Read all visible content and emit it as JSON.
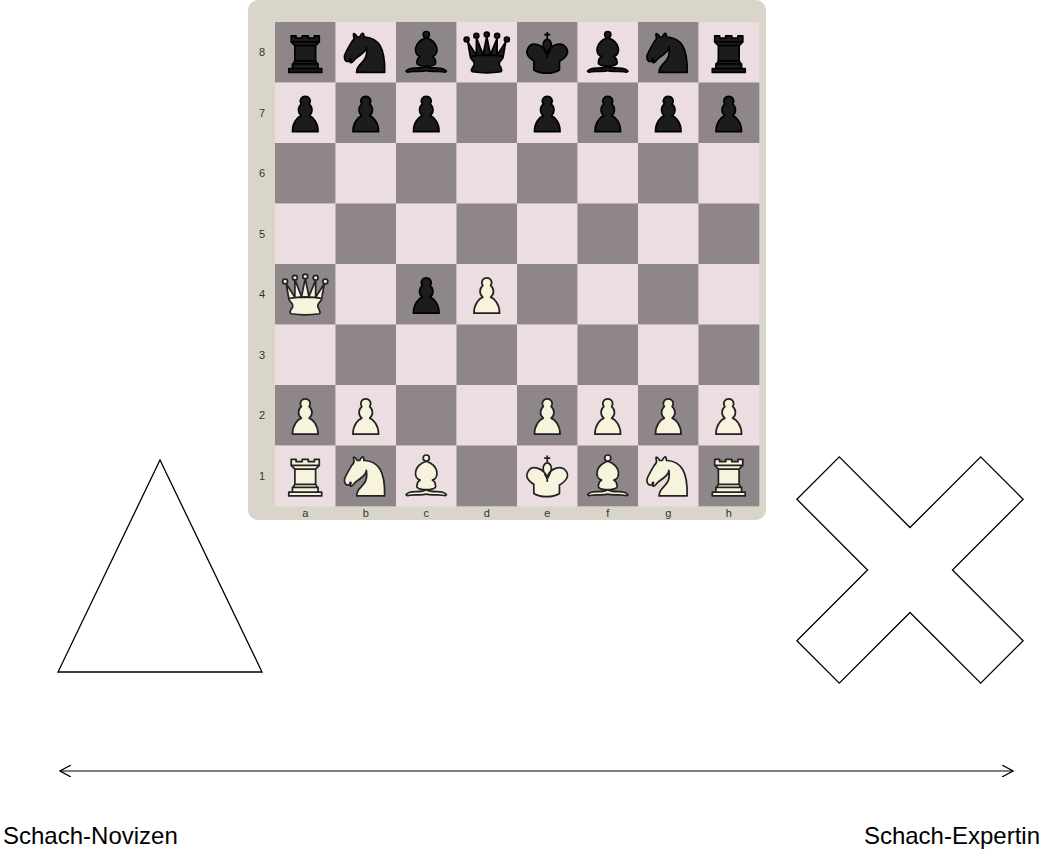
{
  "diagram": {
    "labels": [
      "8",
      "7",
      "6",
      "5",
      "4",
      "3",
      "2",
      "1",
      "a",
      "b",
      "c",
      "d",
      "e",
      "f",
      "g",
      "h",
      "Schach-Novizen",
      "Schach-Expertin"
    ]
  }
}
